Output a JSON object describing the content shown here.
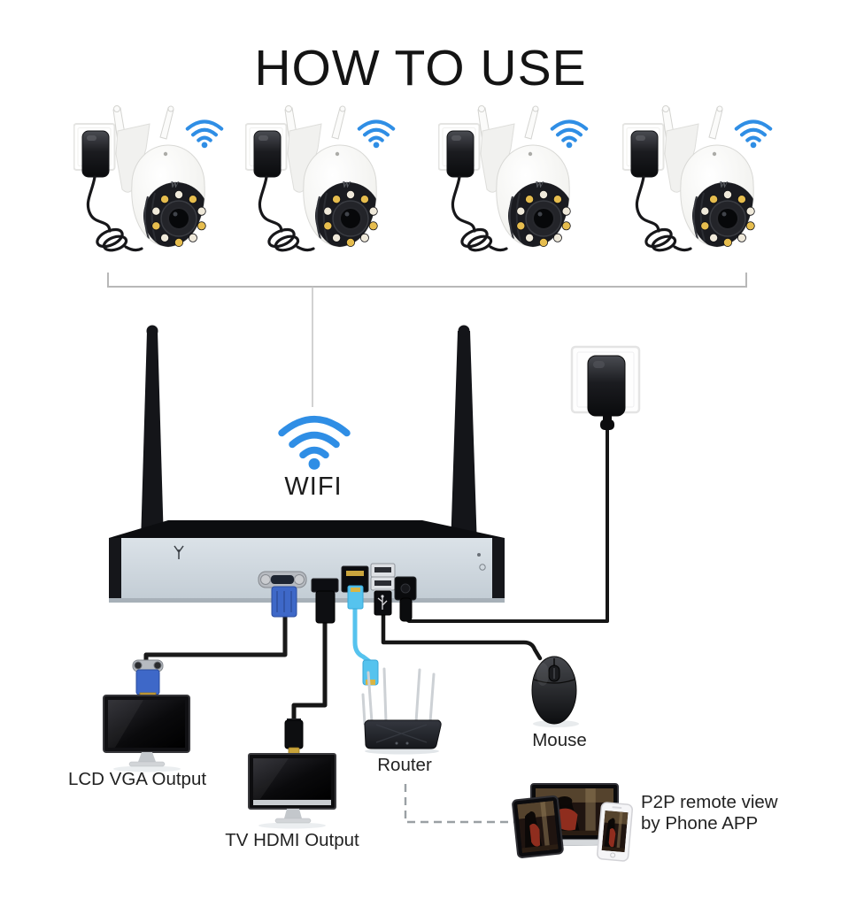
{
  "title": "HOW TO USE",
  "cameras": {
    "count": 4,
    "logo_text": "W",
    "wifi_icon": "wifi-icon"
  },
  "hub": {
    "wifi_label": "WIFI",
    "wifi_icon": "wifi-icon",
    "device": "wireless NVR"
  },
  "outputs": {
    "lcd_label": "LCD VGA Output",
    "tv_label": "TV HDMI Output",
    "router_label": "Router",
    "mouse_label": "Mouse",
    "p2p_label_line1": "P2P remote view",
    "p2p_label_line2": "by Phone APP"
  },
  "colors": {
    "wifi_blue": "#2f8ee5",
    "ethernet_blue": "#56c3ee",
    "vga_blue": "#3e68c8",
    "nvr_panel": "#ccd5dd",
    "text": "#222222"
  }
}
